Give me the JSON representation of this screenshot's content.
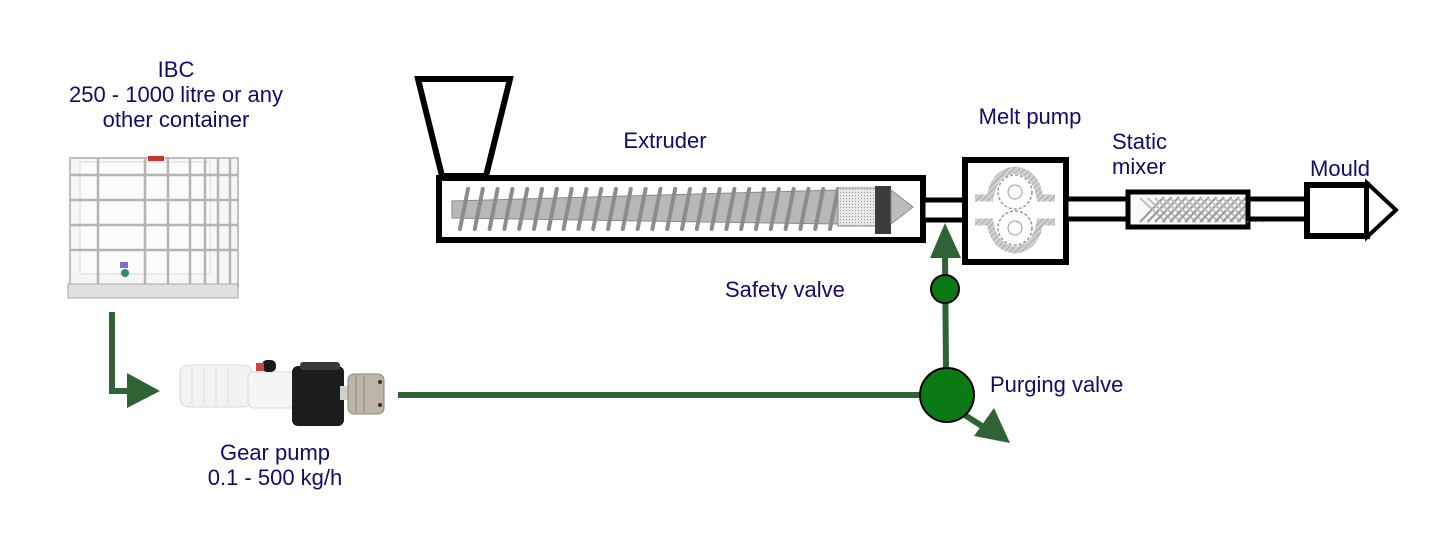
{
  "diagram": {
    "title": "Process flow: IBC to mould via gear pump, extruder and melt pump",
    "colors": {
      "label_text": "#0d0d6b",
      "flow_line": "#2d6335",
      "valve_fill": "#0a7a14",
      "outline": "#000000",
      "screw": "#b8b8b8"
    },
    "components": {
      "ibc": {
        "line1": "IBC",
        "line2": "250 - 1000 litre or any",
        "line3": "other container"
      },
      "extruder": {
        "label": "Extruder"
      },
      "melt_pump": {
        "label": "Melt pump"
      },
      "static_mixer": {
        "line1": "Static",
        "line2": "mixer"
      },
      "mould": {
        "label": "Mould"
      },
      "safety_valve": {
        "label": "Safety valve"
      },
      "purging_valve": {
        "label": "Purging valve"
      },
      "gear_pump": {
        "line1": "Gear pump",
        "line2": "0.1 - 500 kg/h"
      }
    },
    "edges": [
      {
        "from": "ibc",
        "to": "gear_pump"
      },
      {
        "from": "gear_pump",
        "to": "purging_valve"
      },
      {
        "from": "purging_valve",
        "to": "safety_valve"
      },
      {
        "from": "safety_valve",
        "to": "extruder_outlet"
      },
      {
        "from": "purging_valve",
        "to": "purge_outlet"
      },
      {
        "from": "extruder",
        "to": "melt_pump"
      },
      {
        "from": "melt_pump",
        "to": "static_mixer"
      },
      {
        "from": "static_mixer",
        "to": "mould"
      }
    ]
  }
}
